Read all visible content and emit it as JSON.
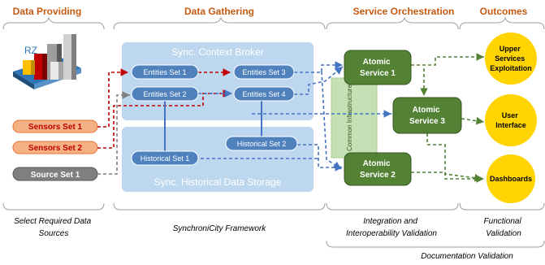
{
  "headers": {
    "data_providing": "Data Providing",
    "data_gathering": "Data Gathering",
    "service_orchestration": "Service Orchestration",
    "outcomes": "Outcomes"
  },
  "provider": {
    "rz_label": "RZ"
  },
  "sources": {
    "sensors_1": "Sensors Set 1",
    "sensors_2": "Sensors Set 2",
    "source_1": "Source Set 1"
  },
  "broker": {
    "title": "Sync. Context Broker",
    "entities_1": "Entities Set 1",
    "entities_2": "Entities Set 2",
    "entities_3": "Entities Set 3",
    "entities_4": "Entities Set 4"
  },
  "storage": {
    "title": "Sync. Historical Data Storage",
    "historical_1": "Historical Set 1",
    "historical_2": "Historical Set 2"
  },
  "orchestration": {
    "infra_label": "Common Infrastructure",
    "atomic_1": [
      "Atomic",
      "Service 1"
    ],
    "atomic_2": [
      "Atomic",
      "Service 2"
    ],
    "atomic_3": [
      "Atomic",
      "Service 3"
    ]
  },
  "outcomes": {
    "upper": [
      "Upper",
      "Services",
      "Exploitation"
    ],
    "ui": [
      "User",
      "Interface"
    ],
    "dashboards": "Dashboards"
  },
  "footer": {
    "select_sources": [
      "Select Required Data",
      "Sources"
    ],
    "framework": "SynchroniCity Framework",
    "integration": [
      "Integration and",
      "Interoperability Validation"
    ],
    "functional": [
      "Functional",
      "Validation"
    ],
    "documentation": "Documentation Validation"
  },
  "colors": {
    "header_text": "#c55a11",
    "sensor_fill": "#f4b183",
    "source_fill": "#7f7f7f",
    "entity_fill": "#4f81bd",
    "panel_fill": "#bdd7ee",
    "atomic_fill": "#548235",
    "infra_fill": "#c5e0b4",
    "outcome_fill": "#ffd400",
    "red_dash": "#c00000",
    "blue_line": "#4472c4",
    "green_dash": "#548235",
    "gray_dash": "#7f7f7f"
  }
}
